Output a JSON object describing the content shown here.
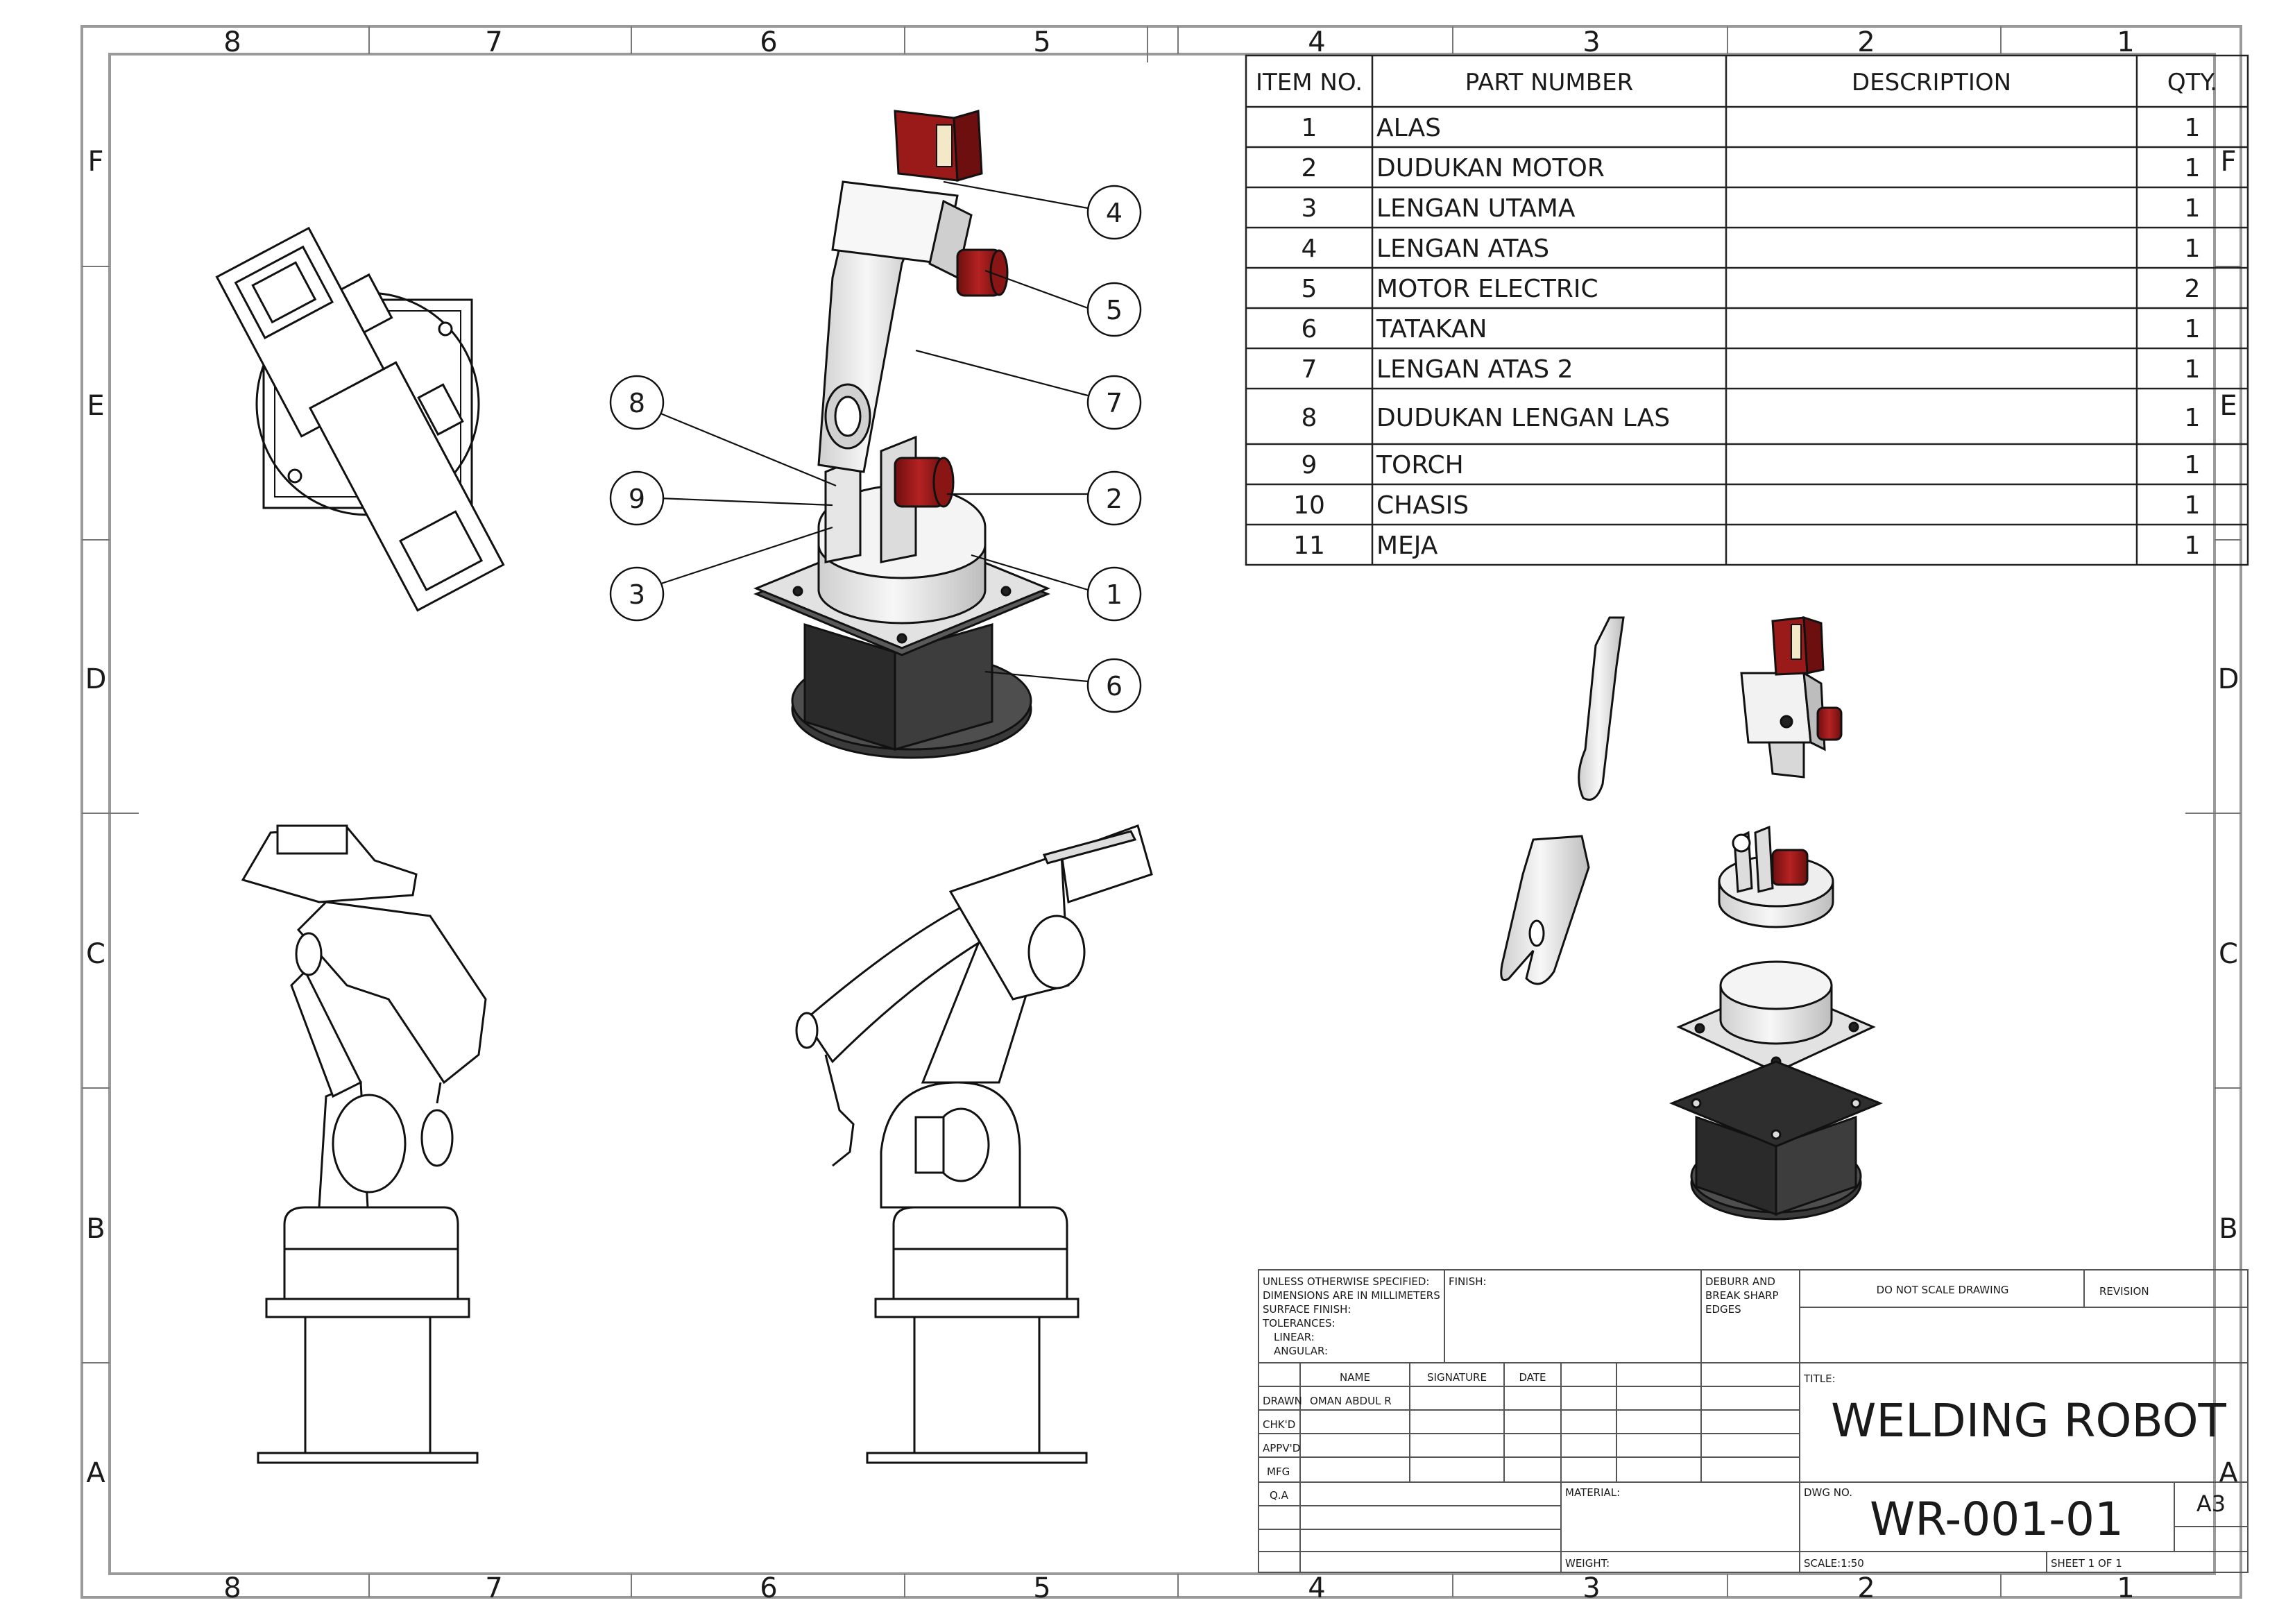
{
  "frame": {
    "columns_top": [
      "8",
      "7",
      "6",
      "5",
      "4",
      "3",
      "2",
      "1"
    ],
    "columns_bottom": [
      "8",
      "7",
      "6",
      "5",
      "4",
      "3",
      "2",
      "1"
    ],
    "rows_left": [
      "F",
      "E",
      "D",
      "C",
      "B",
      "A"
    ],
    "rows_right": [
      "F",
      "E",
      "D",
      "C",
      "B",
      "A"
    ]
  },
  "bom": {
    "headers": [
      "ITEM NO.",
      "PART NUMBER",
      "DESCRIPTION",
      "QTY."
    ],
    "rows": [
      {
        "item": "1",
        "part": "ALAS",
        "desc": "",
        "qty": "1"
      },
      {
        "item": "2",
        "part": "DUDUKAN MOTOR",
        "desc": "",
        "qty": "1"
      },
      {
        "item": "3",
        "part": "LENGAN UTAMA",
        "desc": "",
        "qty": "1"
      },
      {
        "item": "4",
        "part": "LENGAN ATAS",
        "desc": "",
        "qty": "1"
      },
      {
        "item": "5",
        "part": "MOTOR ELECTRIC",
        "desc": "",
        "qty": "2"
      },
      {
        "item": "6",
        "part": "TATAKAN",
        "desc": "",
        "qty": "1"
      },
      {
        "item": "7",
        "part": "LENGAN ATAS 2",
        "desc": "",
        "qty": "1"
      },
      {
        "item": "8",
        "part": "DUDUKAN LENGAN LAS",
        "desc": "",
        "qty": "1"
      },
      {
        "item": "9",
        "part": "TORCH",
        "desc": "",
        "qty": "1"
      },
      {
        "item": "10",
        "part": "CHASIS",
        "desc": "",
        "qty": "1"
      },
      {
        "item": "11",
        "part": "MEJA",
        "desc": "",
        "qty": "1"
      }
    ]
  },
  "balloons": [
    "1",
    "2",
    "3",
    "4",
    "5",
    "6",
    "7",
    "8",
    "9"
  ],
  "colors": {
    "motor_red": "#9a1a1a",
    "body_gray": "#e8e8e8",
    "dark_gray": "#3a3a3a",
    "line": "#111111"
  },
  "title_block": {
    "general_notes": [
      "UNLESS OTHERWISE SPECIFIED:",
      "DIMENSIONS ARE IN MILLIMETERS",
      "SURFACE FINISH:",
      "TOLERANCES:",
      "LINEAR:",
      "ANGULAR:"
    ],
    "finish_label": "FINISH:",
    "deburr_label": [
      "DEBURR AND",
      "BREAK SHARP",
      "EDGES"
    ],
    "do_not_scale": "DO NOT SCALE DRAWING",
    "revision_label": "REVISION",
    "col_name": "NAME",
    "col_signature": "SIGNATURE",
    "col_date": "DATE",
    "roles": [
      "DRAWN",
      "CHK'D",
      "APPV'D",
      "MFG",
      "Q.A"
    ],
    "drawn_by": "OMAN ABDUL R",
    "title_label": "TITLE:",
    "title": "WELDING ROBOT",
    "material_label": "MATERIAL:",
    "dwg_no_label": "DWG NO.",
    "dwg_no": "WR-001-01",
    "size": "A3",
    "weight_label": "WEIGHT:",
    "scale": "SCALE:1:50",
    "sheet": "SHEET 1 OF 1"
  }
}
